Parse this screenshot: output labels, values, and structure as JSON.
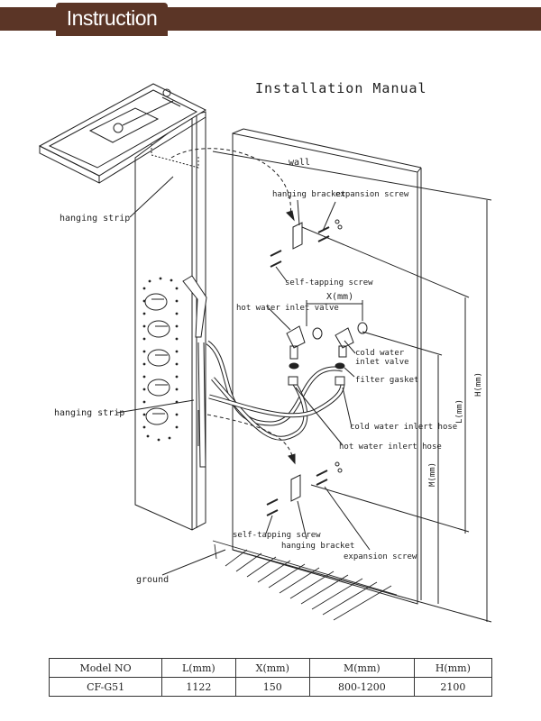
{
  "header": {
    "title": "Instruction"
  },
  "diagram": {
    "title": "Installation Manual",
    "labels": {
      "wall": "wall",
      "hanging_bracket_top": "hanging bracket",
      "expansion_screw_top": "expansion screw",
      "hanging_strip_top": "hanging strip",
      "self_tapping_screw_top": "self-tapping screw",
      "x_mm": "X(mm)",
      "hot_water_inlet_valve": "hot water inlet valve",
      "cold_water_inlet_valve_1": "cold water",
      "cold_water_inlet_valve_2": "inlet valve",
      "filter_gasket": "filter gasket",
      "hanging_strip_bottom": "hanging strip",
      "cold_water_inlet_hose": "cold water inlert hose",
      "hot_water_inlet_hose": "hot water inlert hose",
      "h_mm": "H(mm)",
      "l_mm": "L(mm)",
      "m_mm": "M(mm)",
      "self_tapping_screw_bottom": "self-tapping screw",
      "hanging_bracket_bottom": "hanging bracket",
      "expansion_screw_bottom": "expansion screw",
      "ground": "ground"
    }
  },
  "table": {
    "headers": [
      "Model NO",
      "L(mm)",
      "X(mm)",
      "M(mm)",
      "H(mm)"
    ],
    "row": [
      "CF-G51",
      "1122",
      "150",
      "800-1200",
      "2100"
    ]
  }
}
